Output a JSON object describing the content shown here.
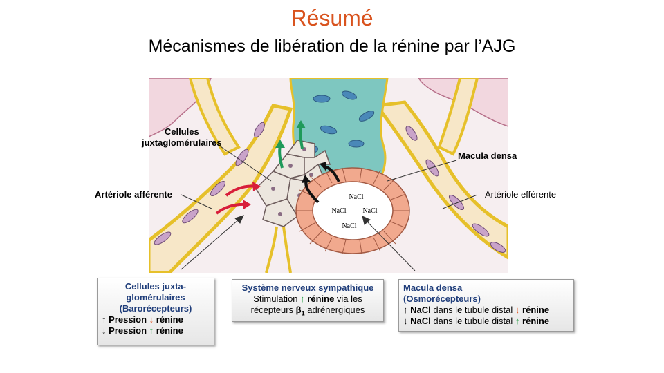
{
  "title": "Résumé",
  "subtitle": "Mécanismes de libération de la rénine par l’AJG",
  "labels": {
    "cellules_jg_line1": "Cellules",
    "cellules_jg_line2": "juxtaglomérulaires",
    "macula_densa": "Macula densa",
    "arteriole_afferente": "Artériole afférente",
    "arteriole_efferente": "Artériole efférente",
    "nacl": "NaCl"
  },
  "boxes": {
    "baro": {
      "title_line1": "Cellules juxta-",
      "title_line2": "glomérulaires",
      "title_line3": "(Barorécepteurs)",
      "row1_text": "Pression",
      "row1_renine": "rénine",
      "row2_text": "Pression",
      "row2_renine": "rénine"
    },
    "sympa": {
      "title": "Système nerveux sympathique",
      "line2_a": "Stimulation",
      "line2_b": "rénine",
      "line2_c": "via les",
      "line3_a": "récepteurs",
      "line3_beta": "β",
      "line3_sub": "1",
      "line3_b": "adrénergiques"
    },
    "macula": {
      "title_line1": "Macula densa",
      "title_line2": "(Osmorécepteurs)",
      "row1_a": "NaCl",
      "row1_b": "dans le tubule distal",
      "row1_renine": "rénine",
      "row2_a": "NaCl",
      "row2_b": "dans le tubule distal",
      "row2_renine": "rénine"
    }
  },
  "icons": {
    "arrow_up": "↑",
    "arrow_down": "↓"
  },
  "colors": {
    "title": "#d9531e",
    "box_heading": "#1f3d7a",
    "up_arrow": "#2da24a",
    "down_arrow": "#e0501c",
    "renin_release": "#1f9a5a",
    "pressure_arrow": "#d81e3a"
  }
}
